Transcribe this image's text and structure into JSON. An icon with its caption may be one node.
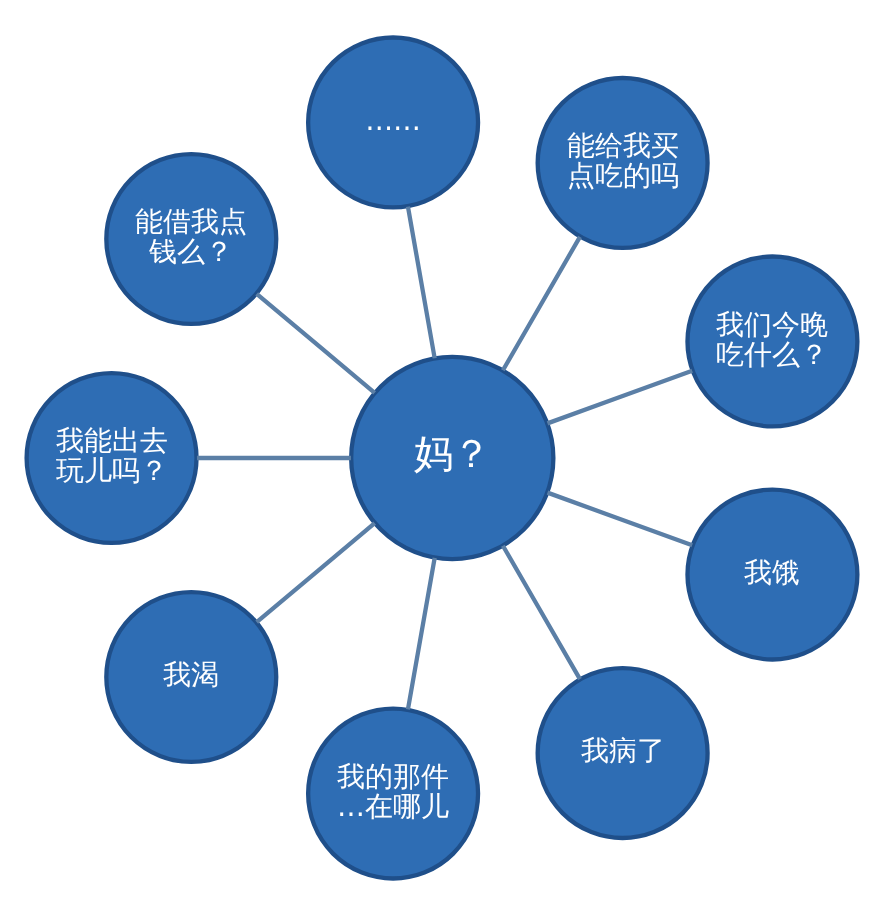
{
  "diagram": {
    "nodes": [
      {
        "text": [
          "妈？"
        ]
      },
      {
        "text": [
          "我们今晚吃什么？"
        ]
      },
      {
        "text": [
          "能给我买点吃的吗"
        ]
      },
      {
        "text": [
          "……"
        ]
      },
      {
        "text": [
          "能借我点钱么？"
        ]
      },
      {
        "text": [
          "我能出去玩儿吗？"
        ]
      },
      {
        "text": [
          "我渴"
        ]
      },
      {
        "text": [
          "我的那件…在哪儿"
        ]
      },
      {
        "text": [
          "我病了"
        ]
      },
      {
        "text": [
          "我饿"
        ]
      }
    ],
    "edges": [
      {
        "from": 0,
        "to": 1,
        "arrow": "none"
      },
      {
        "from": 0,
        "to": 2,
        "arrow": "none"
      },
      {
        "from": 0,
        "to": 3,
        "arrow": "none"
      },
      {
        "from": 0,
        "to": 4,
        "arrow": "none"
      },
      {
        "from": 0,
        "to": 5,
        "arrow": "none"
      },
      {
        "from": 0,
        "to": 6,
        "arrow": "none"
      },
      {
        "from": 0,
        "to": 7,
        "arrow": "none"
      },
      {
        "from": 0,
        "to": 8,
        "arrow": "none"
      },
      {
        "from": 0,
        "to": 9,
        "arrow": "none"
      }
    ]
  }
}
